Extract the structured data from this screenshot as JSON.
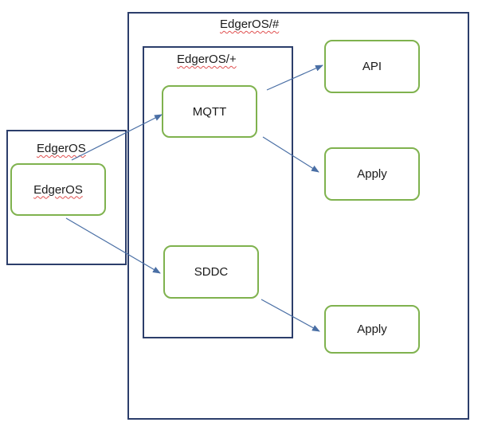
{
  "frames": {
    "outer": {
      "label": "EdgerOS/#"
    },
    "middle": {
      "label": "EdgerOS/+"
    },
    "left": {
      "label": "EdgerOS"
    }
  },
  "nodes": {
    "edgeros": {
      "label": "EdgerOS"
    },
    "mqtt": {
      "label": "MQTT"
    },
    "sddc": {
      "label": "SDDC"
    },
    "api": {
      "label": "API"
    },
    "apply1": {
      "label": "Apply"
    },
    "apply2": {
      "label": "Apply"
    }
  },
  "colors": {
    "frame_border": "#2c3e6b",
    "node_border": "#7fb24e",
    "arrow": "#4a6fa5"
  },
  "edges": [
    {
      "from": "edgeros",
      "to": "mqtt"
    },
    {
      "from": "edgeros",
      "to": "sddc"
    },
    {
      "from": "mqtt",
      "to": "api"
    },
    {
      "from": "mqtt",
      "to": "apply1"
    },
    {
      "from": "sddc",
      "to": "apply2"
    }
  ]
}
